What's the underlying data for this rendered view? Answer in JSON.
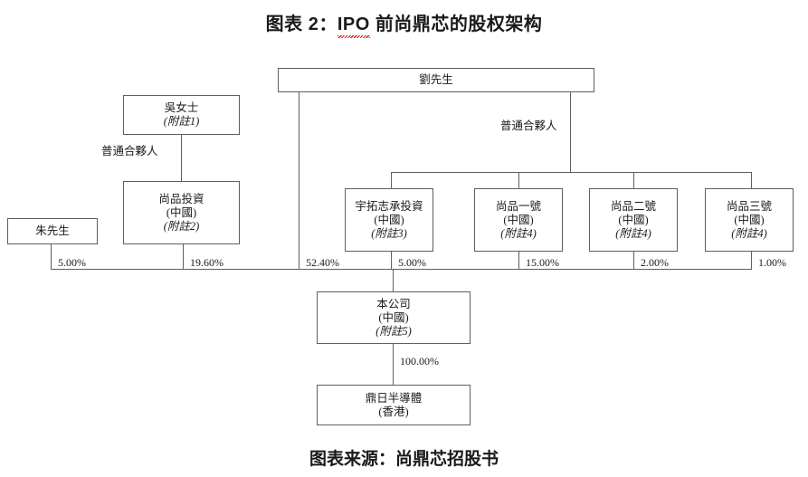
{
  "title": {
    "prefix": "图表 2：",
    "highlight": "IPO",
    "suffix": " 前尚鼎芯的股权架构"
  },
  "source": "图表来源：尚鼎芯招股书",
  "colors": {
    "line": "#5b5f66",
    "text": "#1a1a1a",
    "background": "#ffffff",
    "spellcheck_underline": "#e02020"
  },
  "nodes": {
    "liu": {
      "name": "劉先生"
    },
    "wu": {
      "name": "吳女士",
      "note": "(附註1)"
    },
    "zhu": {
      "name": "朱先生"
    },
    "shangpin_investment": {
      "name": "尚品投資",
      "region": "(中國)",
      "note": "(附註2)"
    },
    "yutuo": {
      "name": "宇拓志承投資",
      "region": "(中國)",
      "note": "(附註3)"
    },
    "shangpin_1": {
      "name": "尚品一號",
      "region": "(中國)",
      "note": "(附註4)"
    },
    "shangpin_2": {
      "name": "尚品二號",
      "region": "(中國)",
      "note": "(附註4)"
    },
    "shangpin_3": {
      "name": "尚品三號",
      "region": "(中國)",
      "note": "(附註4)"
    },
    "company": {
      "name": "本公司",
      "region": "(中國)",
      "note": "(附註5)"
    },
    "dingri": {
      "name": "鼎日半導體",
      "region": "(香港)"
    }
  },
  "edge_labels": {
    "gp_left": "普通合夥人",
    "gp_right": "普通合夥人",
    "zhu_pct": "5.00%",
    "shangpin_investment_pct": "19.60%",
    "liu_pct": "52.40%",
    "yutuo_pct": "5.00%",
    "shangpin_1_pct": "15.00%",
    "shangpin_2_pct": "2.00%",
    "shangpin_3_pct": "1.00%",
    "dingri_pct": "100.00%"
  },
  "chart_data": {
    "type": "diagram",
    "title": "图表 2：IPO 前尚鼎芯的股权架构",
    "source": "图表来源：尚鼎芯招股书",
    "shareholders_of_company": [
      {
        "name": "朱先生",
        "percent": 5.0
      },
      {
        "name": "尚品投資 (中國)",
        "percent": 19.6
      },
      {
        "name": "劉先生",
        "percent": 52.4
      },
      {
        "name": "宇拓志承投資 (中國)",
        "percent": 5.0
      },
      {
        "name": "尚品一號 (中國)",
        "percent": 15.0
      },
      {
        "name": "尚品二號 (中國)",
        "percent": 2.0
      },
      {
        "name": "尚品三號 (中國)",
        "percent": 1.0
      }
    ],
    "subsidiaries": [
      {
        "parent": "本公司 (中國)",
        "child": "鼎日半導體 (香港)",
        "percent": 100.0
      }
    ],
    "general_partner_relations": [
      {
        "partner": "吳女士",
        "entity": "尚品投資 (中國)",
        "role": "普通合夥人"
      },
      {
        "partner": "劉先生",
        "entity": "尚品一號/二號/三號 及 宇拓志承投資",
        "role": "普通合夥人"
      }
    ]
  }
}
